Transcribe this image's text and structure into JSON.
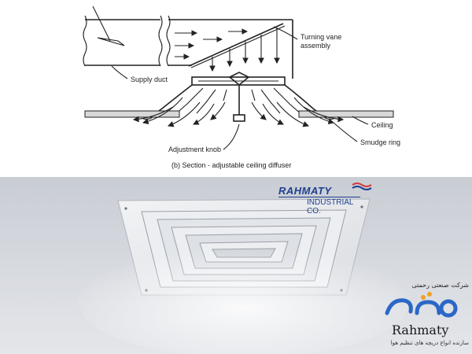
{
  "diagram": {
    "labels": {
      "turning_vane": "Turning vane",
      "turning_vane_2": "assembly",
      "supply_duct": "Supply duct",
      "ceiling": "Ceiling",
      "adjustment_knob": "Adjustment knob",
      "smudge_ring": "Smudge ring"
    },
    "caption": "(b) Section - adjustable ceiling diffuser"
  },
  "photo": {
    "logo_name": "RAHMATY",
    "logo_sub": "INDUSTRIAL CO."
  },
  "brand": {
    "company_fa": "شرکت صنعتی رحمتی",
    "company_en": "Rahmaty",
    "tagline_fa": "سازنده انواع دریچه های تنظیم هوا"
  },
  "colors": {
    "logo_blue": "#1f3f8f",
    "logo_red": "#d43b3b",
    "brand_blue": "#2a67c7"
  }
}
